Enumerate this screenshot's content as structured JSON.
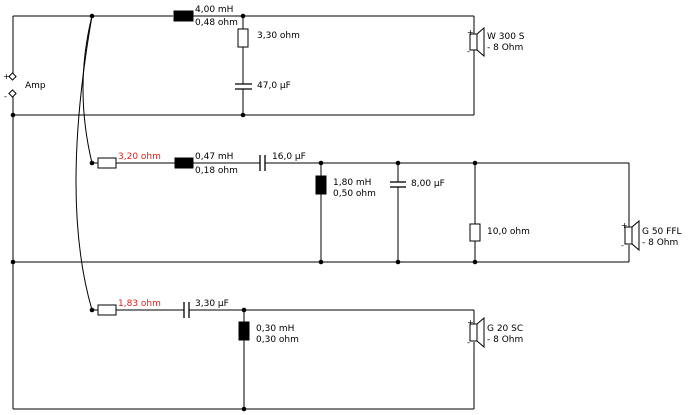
{
  "amp": {
    "label": "Amp",
    "plus": "+",
    "minus": "-"
  },
  "woofer_branch": {
    "series_inductor": {
      "inductance": "4,00 mH",
      "resistance": "0,48 ohm"
    },
    "zobel_resistor": "3,30 ohm",
    "zobel_capacitor": "47,0 µF",
    "speaker": {
      "model": "W 300 S",
      "impedance": "- 8 Ohm",
      "plus": "+",
      "minus": "-"
    }
  },
  "midrange_branch": {
    "series_resistor": "3,20 ohm",
    "series_inductor": {
      "inductance": "0,47 mH",
      "resistance": "0,18 ohm"
    },
    "series_capacitor": "16,0 µF",
    "shunt_inductor": {
      "inductance": "1,80 mH",
      "resistance": "0,50 ohm"
    },
    "shunt_capacitor": "8,00 µF",
    "shunt_resistor": "10,0 ohm",
    "speaker": {
      "model": "G 50 FFL",
      "impedance": "- 8 Ohm",
      "plus": "+",
      "minus": "-"
    }
  },
  "tweeter_branch": {
    "series_resistor": "1,83 ohm",
    "series_capacitor": "3,30 µF",
    "shunt_inductor": {
      "inductance": "0,30 mH",
      "resistance": "0,30 ohm"
    },
    "speaker": {
      "model": "G 20 SC",
      "impedance": "- 8 Ohm",
      "plus": "+",
      "minus": "-"
    }
  },
  "colors": {
    "wire": "#000000",
    "adjusted_value": "#e0201c",
    "background": "#ffffff"
  }
}
